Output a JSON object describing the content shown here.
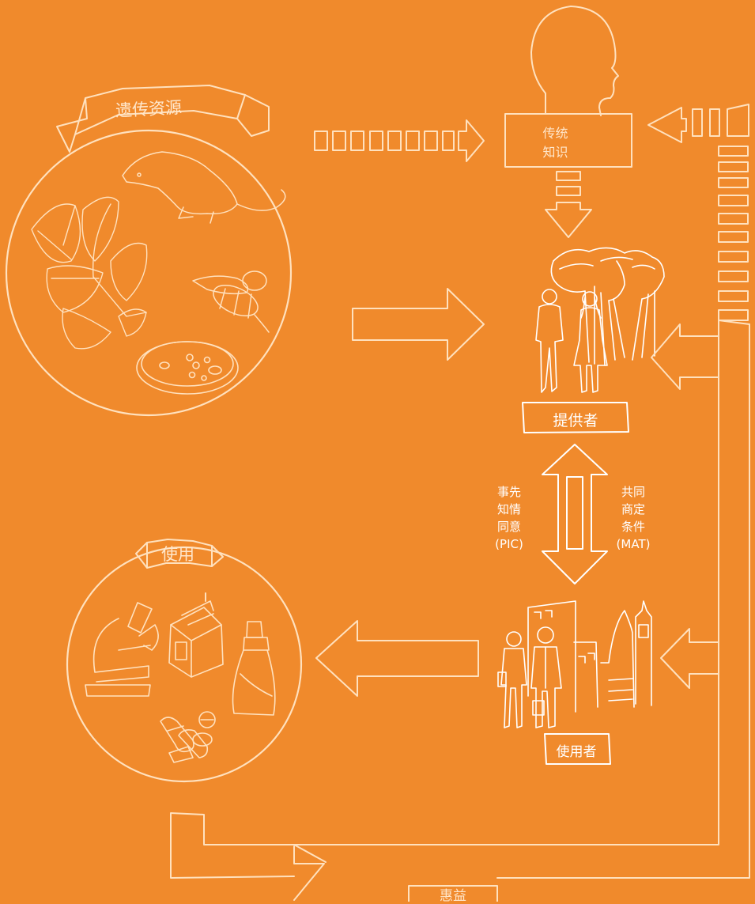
{
  "labels": {
    "genetic_resources": "遗传资源",
    "traditional_knowledge": [
      "传统",
      "知识"
    ],
    "provider": "提供者",
    "utilization": "使用",
    "user": "使用者",
    "benefits": "惠益",
    "pic": [
      "事先",
      "知情",
      "同意",
      "(PIC)"
    ],
    "mat": [
      "共同",
      "商定",
      "条件",
      "(MAT)"
    ]
  },
  "colors": {
    "background": "#F08A2C",
    "line": "#FFFFFF",
    "pale_line": "#FFE1BE"
  },
  "icons": [
    "leaf-icon",
    "rat-icon",
    "bee-icon",
    "petri-dish-icon",
    "head-icon",
    "trees-icon",
    "people-icon",
    "microscope-icon",
    "milk-carton-icon",
    "spray-bottle-icon",
    "pills-icon",
    "city-buildings-icon",
    "business-people-icon"
  ]
}
